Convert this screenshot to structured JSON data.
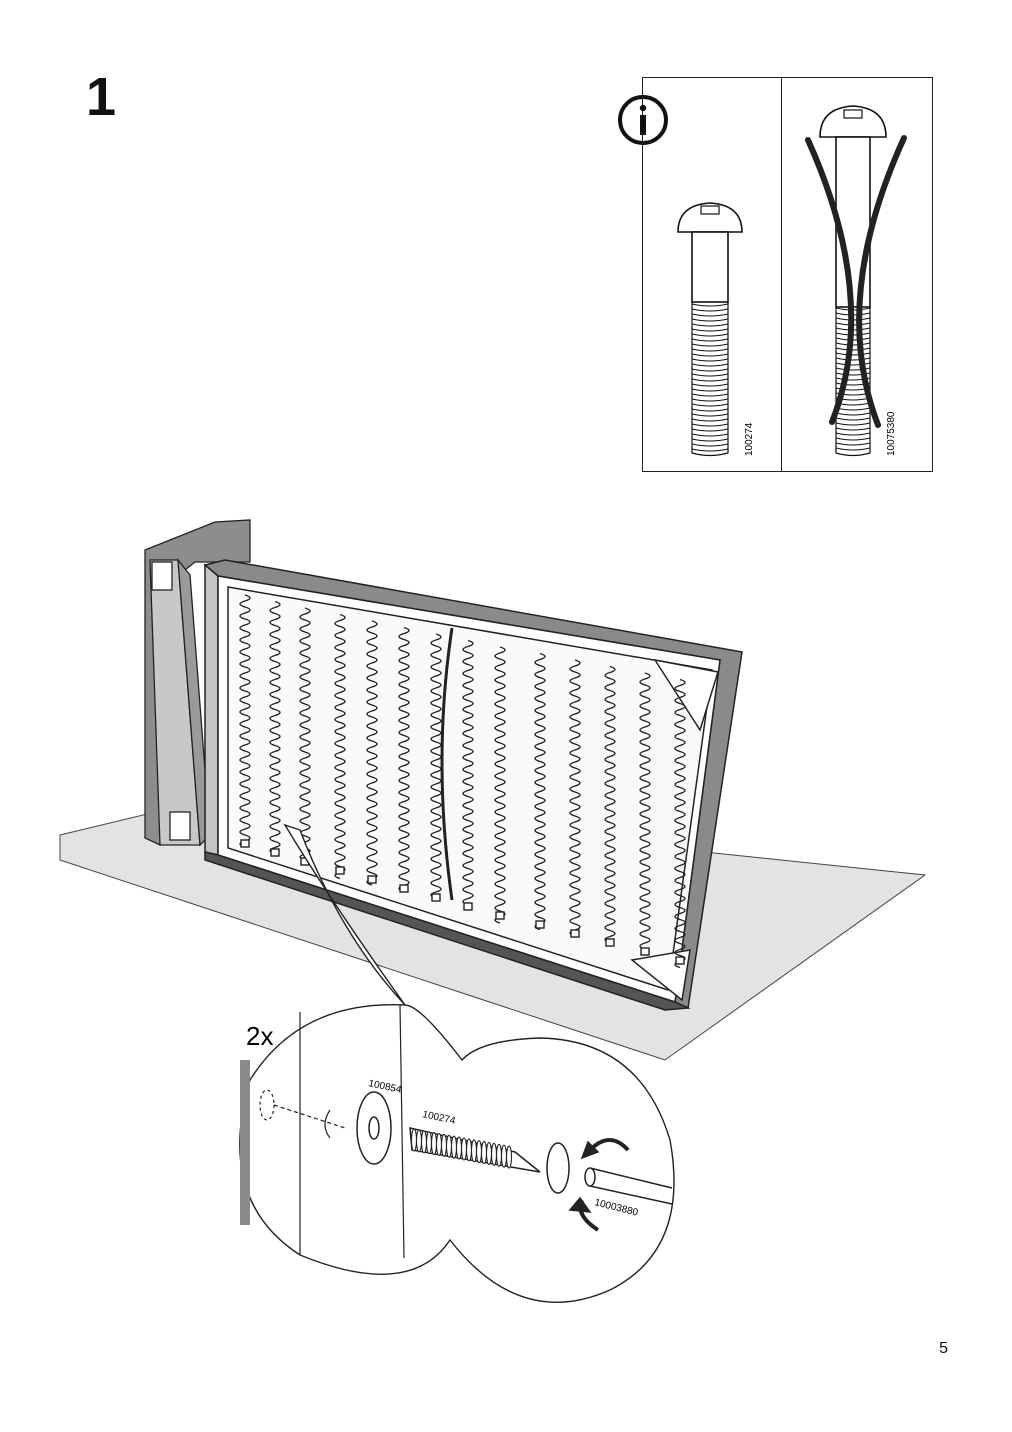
{
  "step": {
    "number": "1"
  },
  "info_panel": {
    "icon": "info-icon",
    "correct_part": "100274",
    "wrong_part": "10075380"
  },
  "detail": {
    "quantity": "2x",
    "washer_part": "100854",
    "bolt_part": "100274",
    "key_part": "10003880",
    "rotate_icon": "rotate-clockwise-icon"
  },
  "page": {
    "number": "5"
  }
}
